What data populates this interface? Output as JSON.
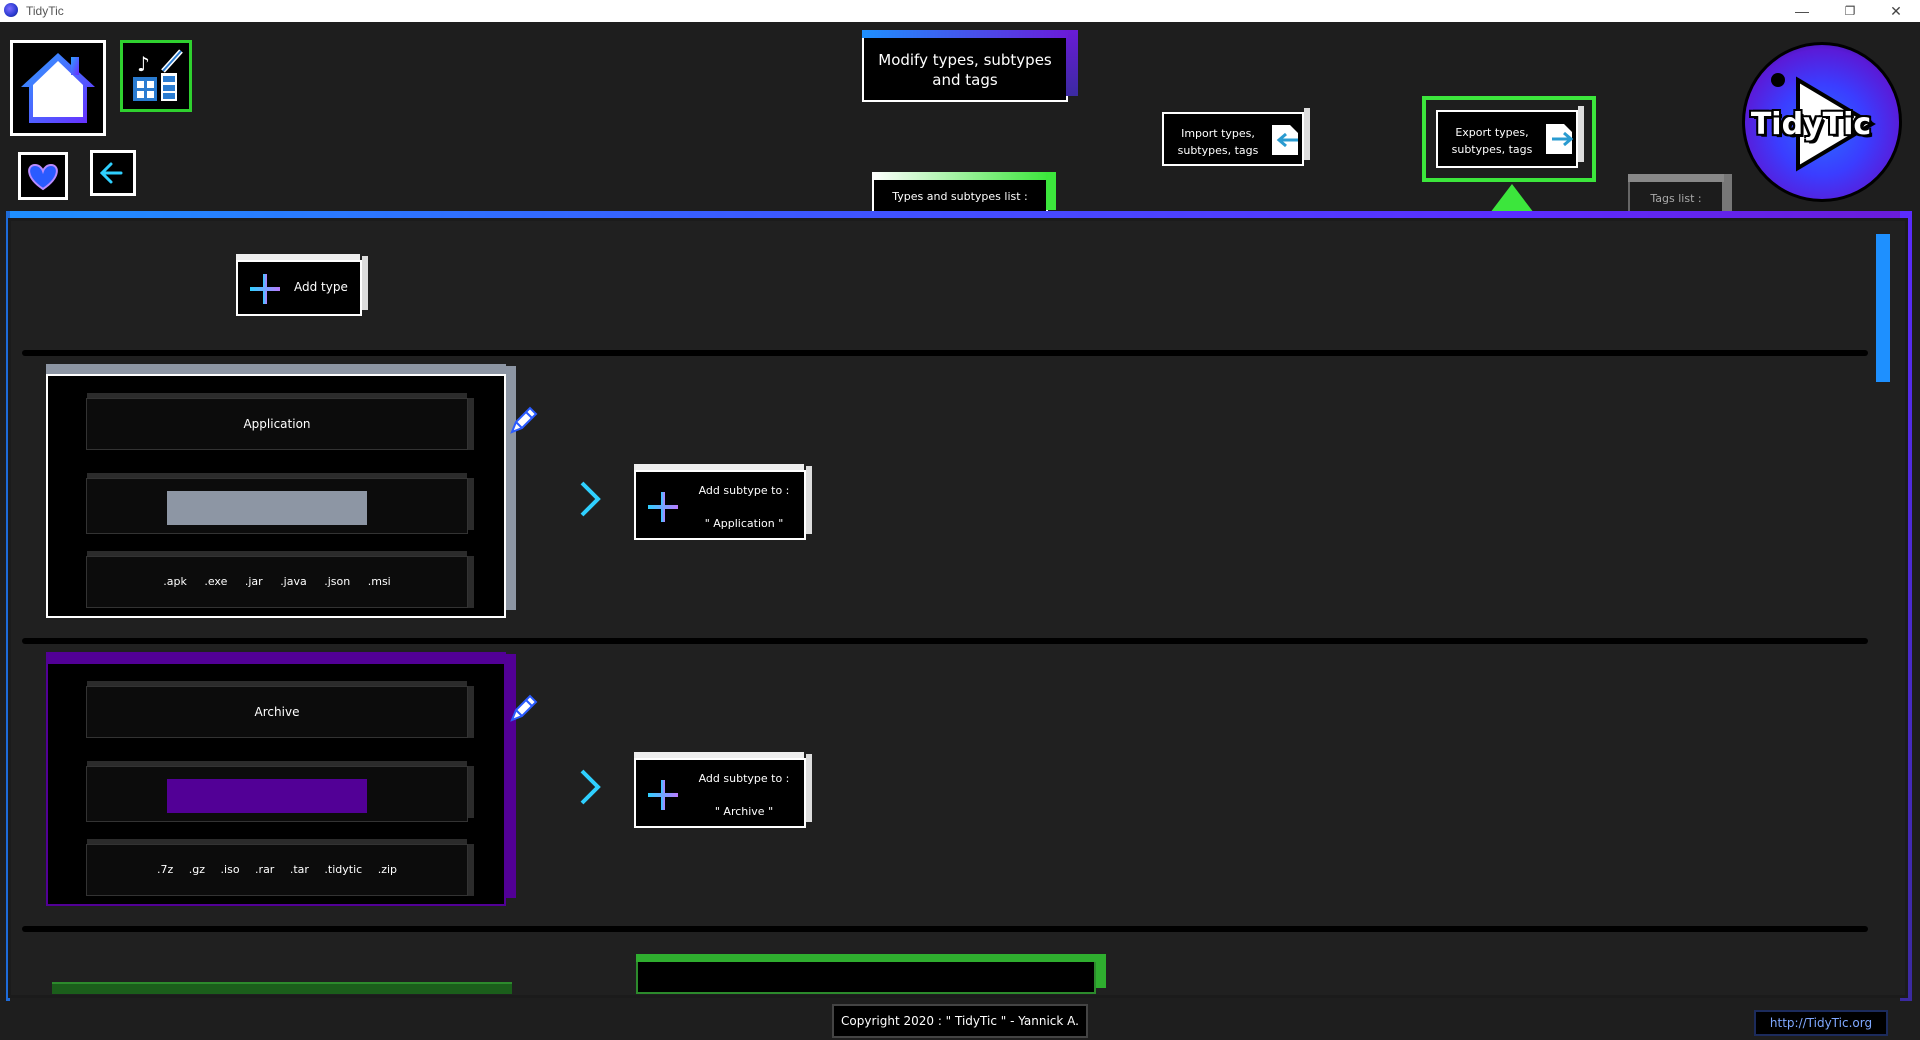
{
  "window": {
    "title": "TidyTic",
    "minimize": "—",
    "restore": "❐",
    "close": "✕"
  },
  "header": {
    "title_line1": "Modify types, subtypes",
    "title_line2": "and tags",
    "import_line1": "Import types,",
    "import_line2": "subtypes, tags",
    "export_line1": "Export types,",
    "export_line2": "subtypes, tags",
    "tab_types": "Types and subtypes list :",
    "tab_tags": "Tags list :",
    "logo_text": "TidyTic"
  },
  "toolbar": {
    "add_type": "Add type"
  },
  "types": [
    {
      "name": "Application",
      "color": "#8d96a4",
      "extensions": [
        ".apk",
        ".exe",
        ".jar",
        ".java",
        ".json",
        ".msi"
      ],
      "add_subtype_label": "Add subtype to :",
      "add_subtype_target": "\" Application \""
    },
    {
      "name": "Archive",
      "color": "#520096",
      "extensions": [
        ".7z",
        ".gz",
        ".iso",
        ".rar",
        ".tar",
        ".tidytic",
        ".zip"
      ],
      "add_subtype_label": "Add subtype to :",
      "add_subtype_target": "\" Archive \""
    }
  ],
  "footer": {
    "copyright": "Copyright 2020 : \" TidyTic \" - Yannick A.",
    "link": "http://TidyTic.org"
  },
  "colors": {
    "accent_blue": "#1e90ff",
    "accent_purple": "#6a1bd8",
    "highlight_green": "#3ce63c"
  }
}
